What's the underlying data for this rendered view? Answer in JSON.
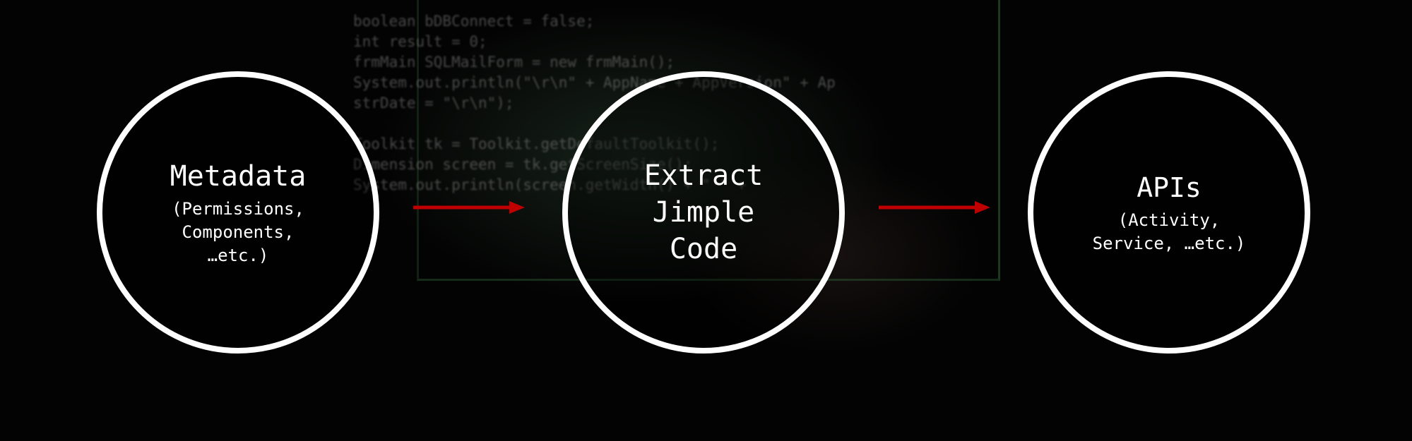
{
  "background": {
    "code_lines": [
      "boolean bDBConnect = false;",
      "int result = 0;",
      "frmMain SQLMailForm = new frmMain();",
      "System.out.println(\"\\r\\n\" + AppName + AppVersion\" + Ap",
      "strDate = \"\\r\\n\");",
      "",
      "Toolkit tk = Toolkit.getDefaultToolkit();",
      "Dimension screen = tk.getScreenSize();",
      "System.out.println(screen.getWidth() + \" \" + "
    ]
  },
  "diagram": {
    "nodes": [
      {
        "title": "Metadata",
        "subtitle": "(Permissions,\nComponents,\n…etc.)"
      },
      {
        "title": "Extract\nJimple\nCode",
        "subtitle": ""
      },
      {
        "title": "APIs",
        "subtitle": "(Activity,\nService, …etc.)"
      }
    ],
    "edges": [
      {
        "from": "Metadata",
        "to": "Extract Jimple Code"
      },
      {
        "from": "Extract Jimple Code",
        "to": "APIs"
      }
    ],
    "colors": {
      "circle": "#ffffff",
      "arrow": "#c00000",
      "text": "#ffffff"
    }
  }
}
